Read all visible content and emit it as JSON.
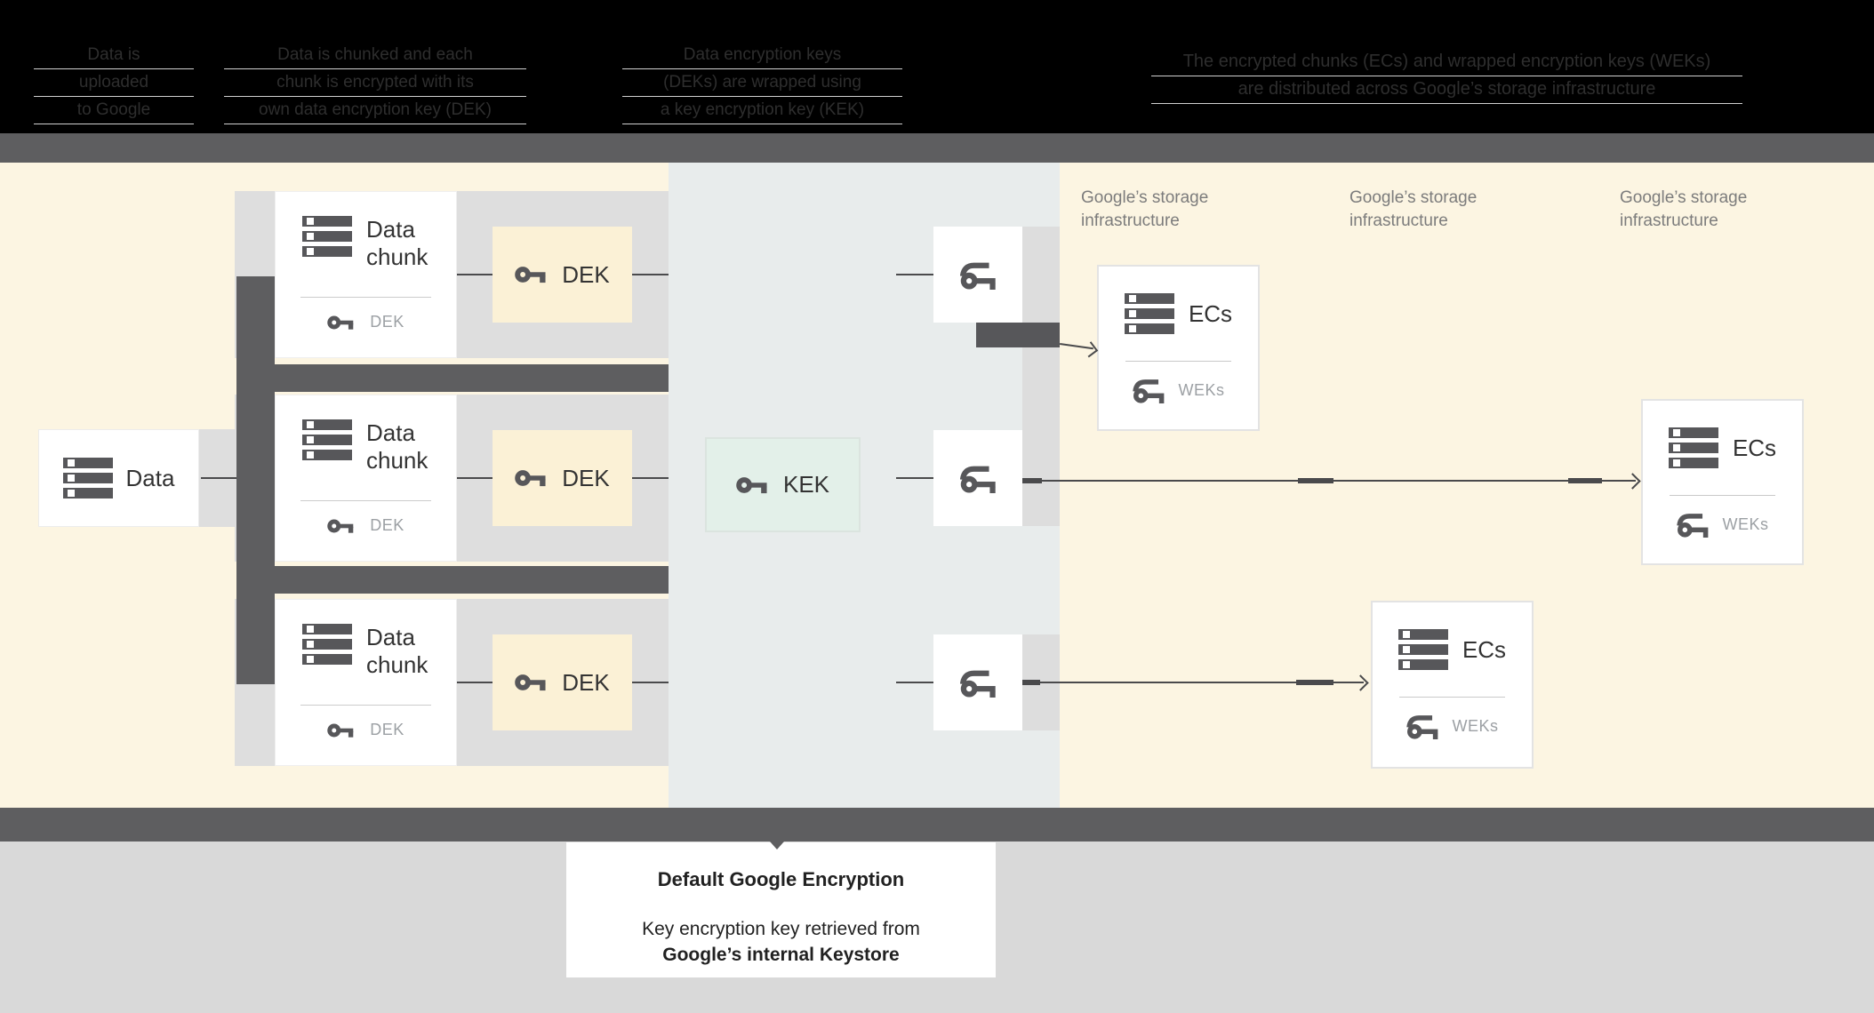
{
  "header": {
    "columns": [
      {
        "lines": [
          "Data is",
          "uploaded",
          "to Google"
        ]
      },
      {
        "lines": [
          "Data is chunked and each",
          "chunk is encrypted with its",
          "own data encryption key (DEK)"
        ]
      },
      {
        "lines": [
          "Data encryption keys",
          "(DEKs) are wrapped using",
          "a key encryption key (KEK)"
        ]
      },
      {
        "lines": [
          "The encrypted chunks (ECs) and wrapped encryption keys (WEKs)",
          "are distributed across Google’s storage infrastructure"
        ]
      }
    ]
  },
  "diagram": {
    "data_box": {
      "label": "Data"
    },
    "chunk_boxes": [
      {
        "title": "Data chunk",
        "key_label": "DEK"
      },
      {
        "title": "Data chunk",
        "key_label": "DEK"
      },
      {
        "title": "Data chunk",
        "key_label": "DEK"
      }
    ],
    "dek_boxes": [
      {
        "label": "DEK"
      },
      {
        "label": "DEK"
      },
      {
        "label": "DEK"
      }
    ],
    "kek_box": {
      "label": "KEK"
    },
    "storage_labels": [
      {
        "line1": "Google’s storage",
        "line2": "infrastructure"
      },
      {
        "line1": "Google’s storage",
        "line2": "infrastructure"
      },
      {
        "line1": "Google’s storage",
        "line2": "infrastructure"
      }
    ],
    "ecs_boxes": [
      {
        "title": "ECs",
        "key_label": "WEKs"
      },
      {
        "title": "ECs",
        "key_label": "WEKs"
      },
      {
        "title": "ECs",
        "key_label": "WEKs"
      }
    ]
  },
  "caption": {
    "title": "Default Google Encryption",
    "line1": "Key encryption key retrieved from",
    "line2": "Google’s internal Keystore"
  },
  "colors": {
    "cream_background": "#FCF5E2",
    "kek_zone_background": "#E8ECEC",
    "band_gray": "#5E5E60",
    "connector_gray": "#DEDEDE",
    "dek_fill": "#FBF1D6",
    "kek_fill": "#E3F0E9",
    "bottom_background": "#D9D9D9",
    "icon_gray": "#57575A",
    "muted_text": "#9CA0A4",
    "storage_label_text": "#7C7C7C"
  }
}
